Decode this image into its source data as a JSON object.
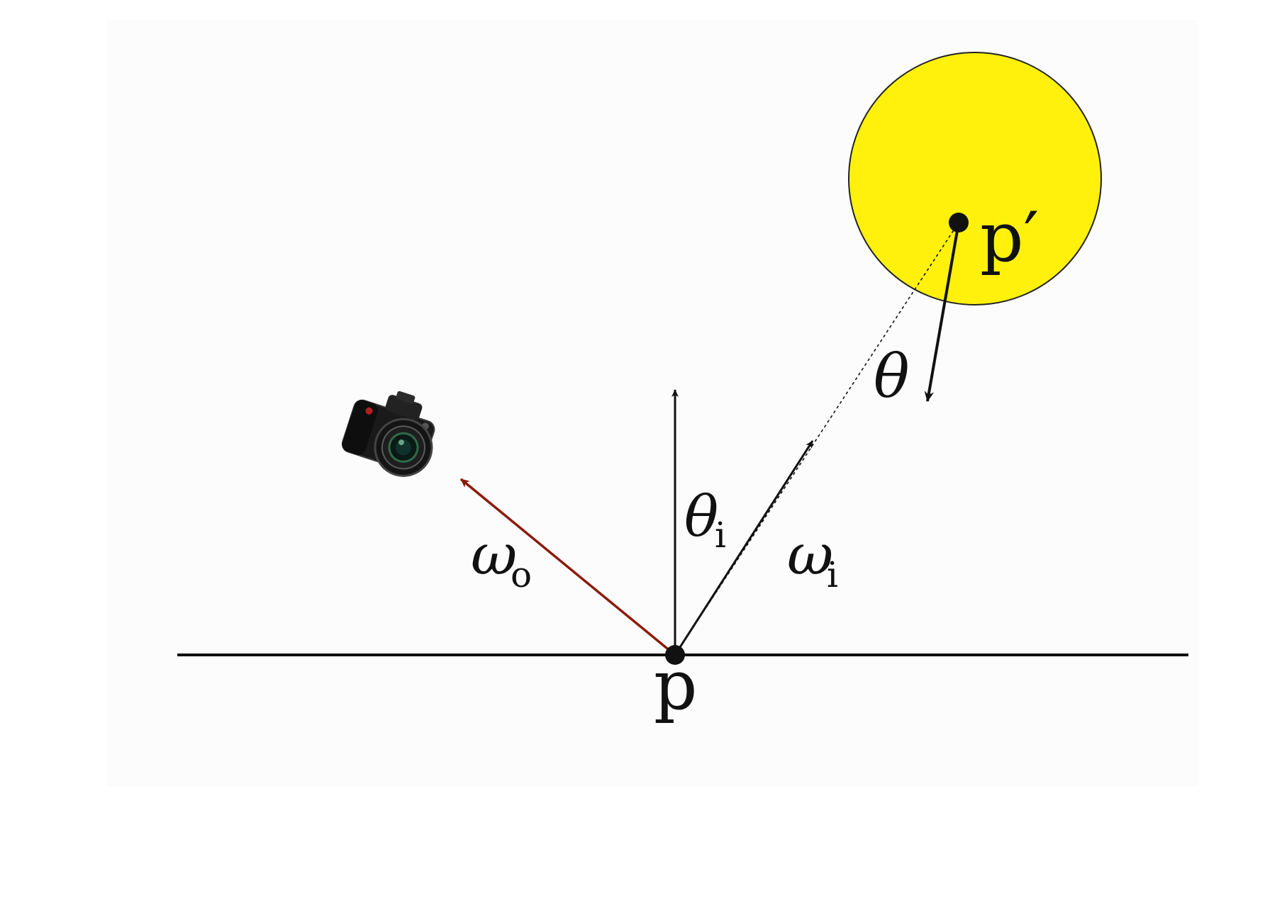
{
  "colors": {
    "background": "#ffffff",
    "light_fill": "#fff10c",
    "outgoing_ray": "#8b1a0c",
    "ink": "#111111"
  },
  "icons": {
    "camera": "camera-icon"
  },
  "labels": {
    "point_p": "p",
    "point_p_prime": "p′",
    "angle_theta": "θ",
    "angle_theta_i": "θ",
    "angle_theta_i_sub": "i",
    "omega_o": "ω",
    "omega_o_sub": "o",
    "omega_i": "ω",
    "omega_i_sub": "i"
  }
}
